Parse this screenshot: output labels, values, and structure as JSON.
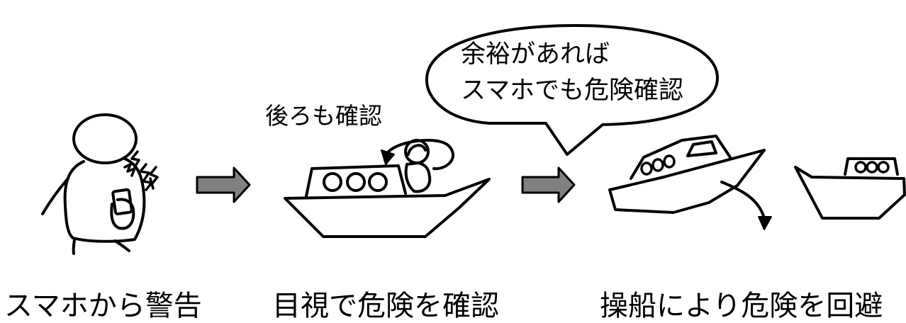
{
  "captions": {
    "warning": "スマホから警告",
    "visual_check": "目視で危険を確認",
    "avoid": "操船により危険を回避"
  },
  "labels": {
    "look_back": "後ろも確認"
  },
  "speech_bubble": {
    "line1": "余裕があれば",
    "line2": "スマホでも危険確認"
  },
  "colors": {
    "arrow_fill": "#808080",
    "stroke": "#000000"
  }
}
